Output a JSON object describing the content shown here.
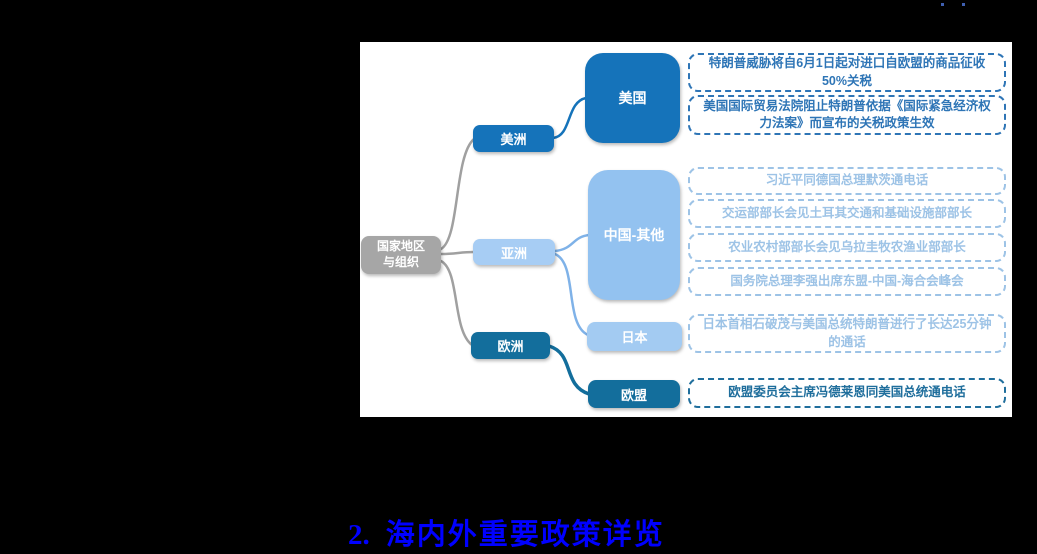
{
  "section_title": {
    "number": "2.",
    "text": "海内外重要政策详览"
  },
  "mindmap": {
    "root": {
      "line1": "国家地区",
      "line2": "与组织"
    },
    "branches": [
      {
        "id": "americas",
        "label": "美洲"
      },
      {
        "id": "asia",
        "label": "亚洲"
      },
      {
        "id": "europe",
        "label": "欧洲"
      }
    ],
    "countries": [
      {
        "id": "usa",
        "label": "美国"
      },
      {
        "id": "china-other",
        "label": "中国-其他"
      },
      {
        "id": "japan",
        "label": "日本"
      },
      {
        "id": "eu",
        "label": "欧盟"
      }
    ],
    "events": [
      {
        "group": "usa",
        "text": "特朗普威胁将自6月1日起对进口自欧盟的商品征收50%关税"
      },
      {
        "group": "usa",
        "text": "美国国际贸易法院阻止特朗普依据《国际紧急经济权力法案》而宣布的关税政策生效"
      },
      {
        "group": "china-other",
        "text": "习近平同德国总理默茨通电话"
      },
      {
        "group": "china-other",
        "text": "交运部部长会见土耳其交通和基础设施部部长"
      },
      {
        "group": "china-other",
        "text": "农业农村部部长会见乌拉圭牧农渔业部部长"
      },
      {
        "group": "china-other",
        "text": "国务院总理李强出席东盟-中国-海合会峰会"
      },
      {
        "group": "japan",
        "text": "日本首相石破茂与美国总统特朗普进行了长达25分钟的通话"
      },
      {
        "group": "eu",
        "text": "欧盟委员会主席冯德莱恩同美国总统通电话"
      }
    ]
  },
  "colors": {
    "page_background": "#000000",
    "panel_background": "#FFFFFF",
    "root_gray": "#A6A6A6",
    "americas_blue": "#1573BA",
    "asia_light_blue": "#A7CDF4",
    "china_node_blue": "#93C2F0",
    "japan_node_blue": "#A3CBF2",
    "europe_teal": "#136E9C",
    "event_text_blue": "#2E75B6",
    "event_text_light_blue": "#9DC3E6",
    "event_text_teal": "#1F6E9C",
    "connector_gray": "#A0A0A0",
    "title_blue": "#0000FF"
  }
}
